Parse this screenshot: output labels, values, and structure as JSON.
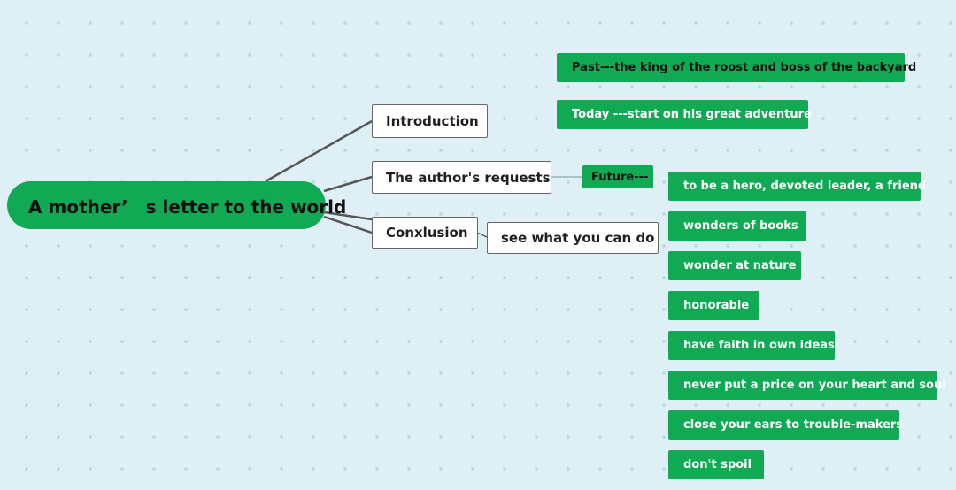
{
  "root": {
    "label": "A mother’　s letter to the world"
  },
  "branches": {
    "introduction": "Introduction",
    "requests": "The author's requests",
    "conclusion": "Conxlusion"
  },
  "past": "Past---the king of the roost and boss of the backyard",
  "today": "Today ---start on his great adventure",
  "future": "Future---",
  "see_what": "see what you can do",
  "requests_list": [
    "to be a hero, devoted leader, a friend",
    "wonders of books",
    "wonder at nature",
    "honorable",
    "have faith in own ideas",
    "never put a price on your heart and soul",
    "close your ears to trouble-makers",
    "don't spoil"
  ],
  "colors": {
    "node_green": "#12a955",
    "background": "#dfeff6",
    "connector": "#555555"
  }
}
